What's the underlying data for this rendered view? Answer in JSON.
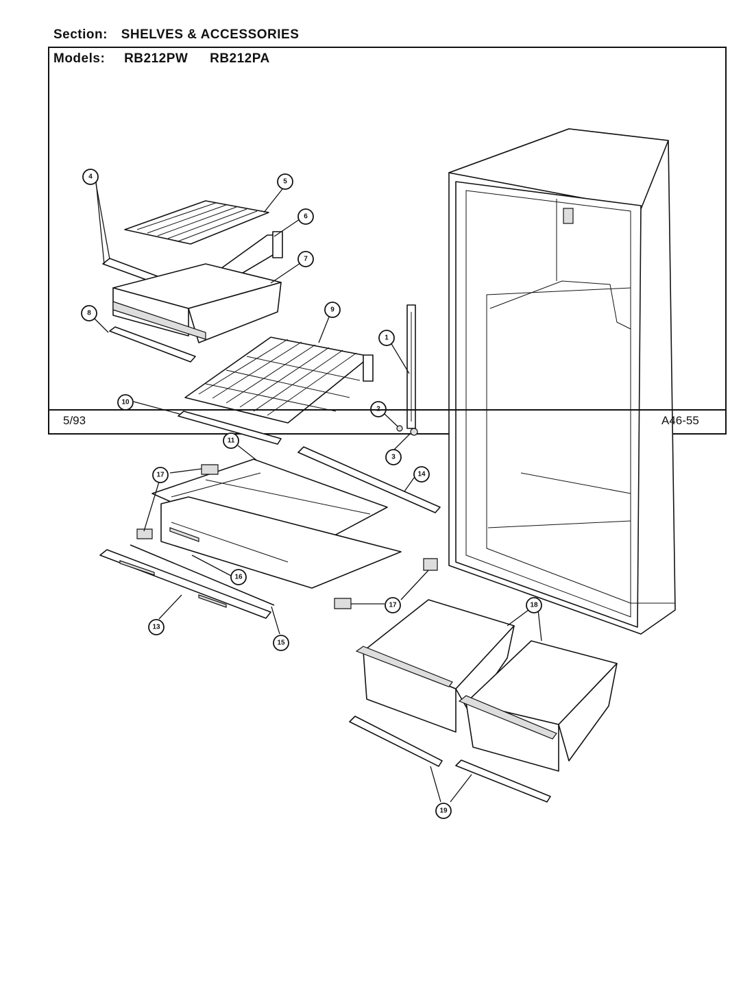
{
  "header": {
    "section_label": "Section:",
    "section_value": "SHELVES & ACCESSORIES",
    "models_label": "Models:",
    "models": [
      "RB212PW",
      "RB212PA"
    ]
  },
  "footer": {
    "date": "5/93",
    "code": "A46-55"
  },
  "callouts": [
    "1",
    "2",
    "3",
    "4",
    "5",
    "6",
    "7",
    "8",
    "9",
    "10",
    "11",
    "13",
    "14",
    "15",
    "16",
    "17",
    "17",
    "18",
    "19"
  ]
}
